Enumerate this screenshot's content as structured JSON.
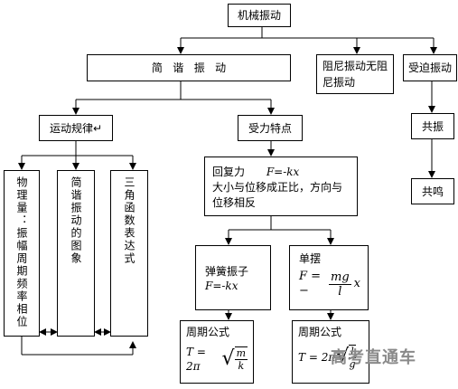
{
  "diagram": {
    "root": "机械振动",
    "simple_harmonic": "简   谐   振   动",
    "damped": "阻尼振动无阻尼振动",
    "forced": "受迫振动",
    "motion_law": "运动规律↵",
    "force_feature": "受力特点",
    "resonance": "共振",
    "sympathetic": "共鸣",
    "physical_quantities": "物理量：振幅周期频率相位",
    "shm_graph": "简谐振动的图象",
    "trig_expr": "三角函数表达式",
    "restoring_force": "回复力",
    "restoring_formula": "F=-kx",
    "restoring_desc": "大小与位移成正比，方向与位移相反",
    "spring": "弹簧振子",
    "spring_formula": "F=-kx",
    "pendulum": "单摆",
    "pendulum_formula": {
      "lhs": "F = −",
      "num": "mg",
      "den": "l",
      "var": "x"
    },
    "period_label_spring": "周期公式",
    "period_label_pendulum": "周期公式",
    "period_spring": {
      "lhs": "T = 2π",
      "num": "m",
      "den": "k"
    },
    "period_pendulum": {
      "lhs": "T = 2π",
      "num": "l",
      "den": "g"
    }
  },
  "watermark": "高考直通车"
}
